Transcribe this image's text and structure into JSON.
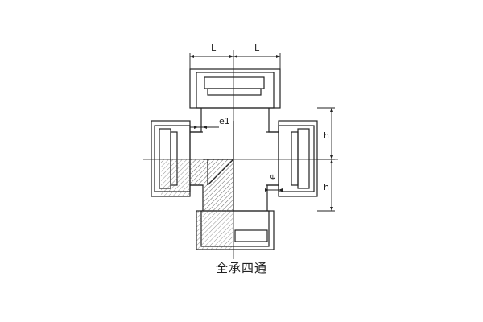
{
  "diagram": {
    "caption": "全承四通",
    "dimensions": {
      "length_left": "L",
      "length_right": "L",
      "wall_thickness_socket": "e1",
      "wall_thickness_body": "e",
      "height_upper": "h",
      "height_lower": "h"
    }
  }
}
